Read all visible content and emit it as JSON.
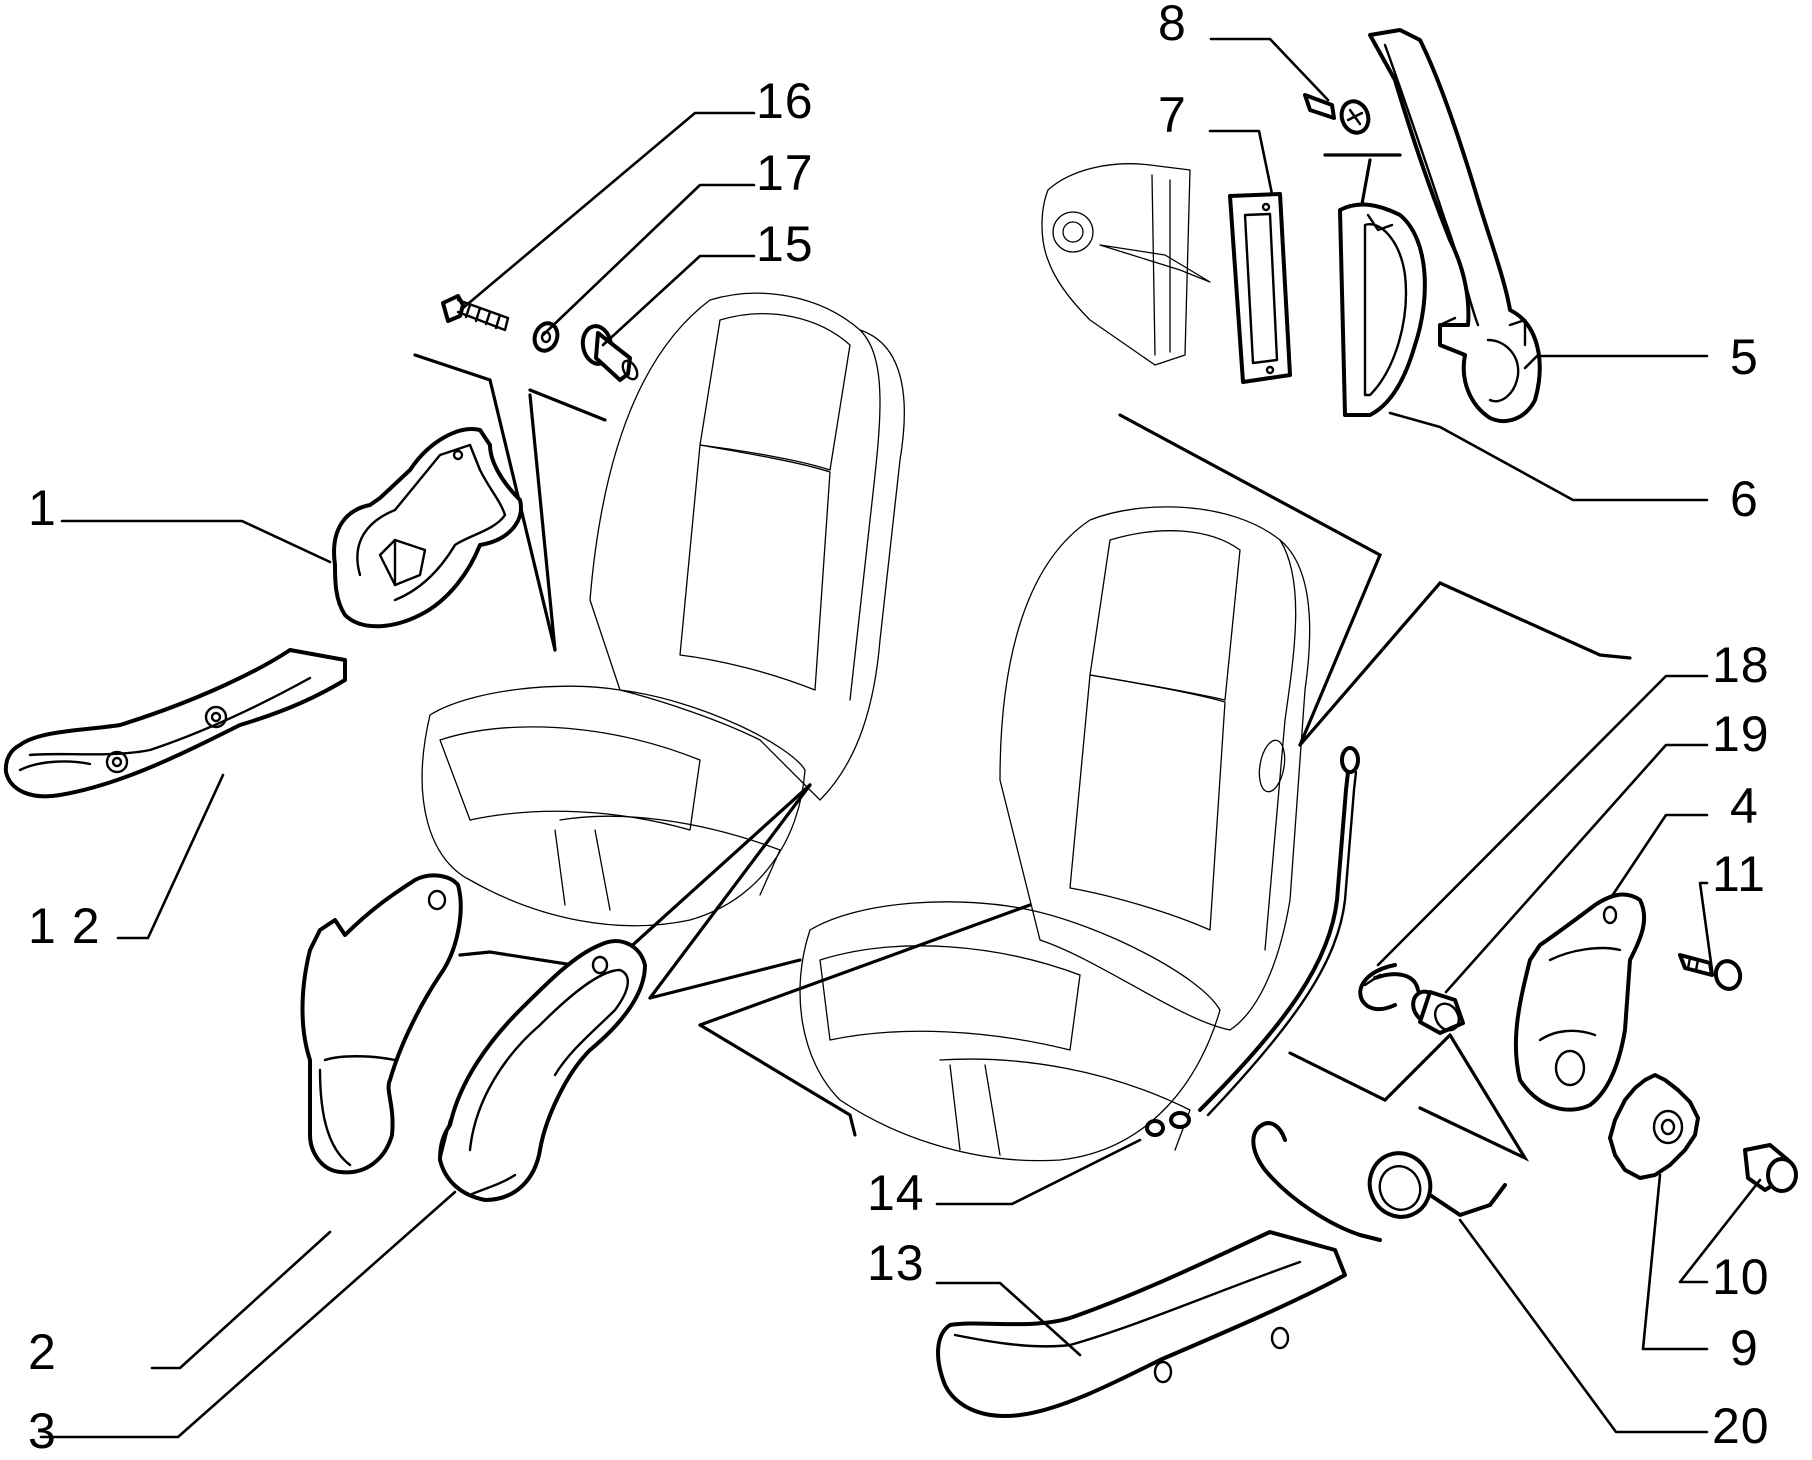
{
  "callouts": {
    "c1": "1",
    "c2": "2",
    "c3": "3",
    "c4": "4",
    "c5": "5",
    "c6": "6",
    "c7": "7",
    "c8": "8",
    "c9": "9",
    "c10": "10",
    "c11": "11",
    "c12": "1 2",
    "c13": "13",
    "c14": "14",
    "c15": "15",
    "c16": "16",
    "c17": "17",
    "c18": "18",
    "c19": "19",
    "c20": "20"
  }
}
